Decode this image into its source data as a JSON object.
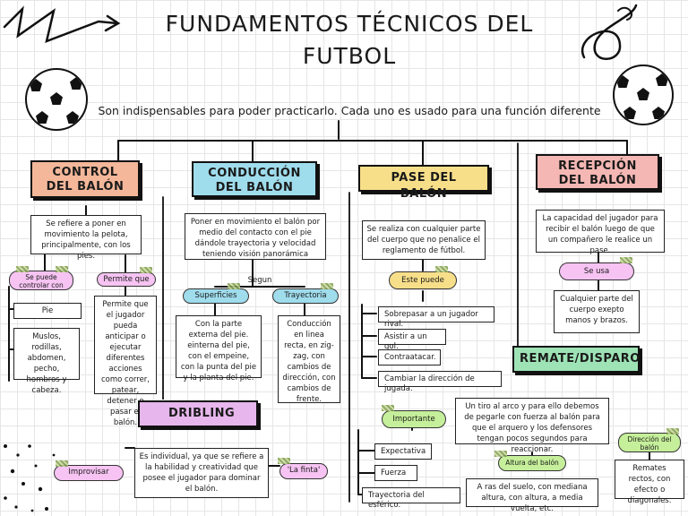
{
  "title": {
    "line1": "FUNDAMENTOS TÉCNICOS DEL",
    "line2": "FUTBOL"
  },
  "subtitle": "Son indispensables para poder practicarlo. Cada uno es usado para una función diferente",
  "colors": {
    "control": "#f4b79a",
    "conduccion": "#9fdcec",
    "pase": "#f7df8a",
    "recepcion": "#f4b7b3",
    "remate": "#9ee3b6",
    "dribling": "#e6b6ec",
    "pill_green": "#c5ef9a",
    "pill_pink": "#f6c3f2"
  },
  "control": {
    "heading": "CONTROL DEL BALÓN",
    "desc": "Se refiere a poner en movimiento la pelota, principalmente, con los pies.",
    "pill1": "Se puede controlar con",
    "pill2": "Permite que",
    "pie": "Pie",
    "parts": "Muslos, rodillas, abdomen, pecho, hombros y cabeza.",
    "permite": "Permite que el jugador pueda anticipar o ejecutar diferentes acciones como correr, patear, detener o pasar el balón."
  },
  "conduccion": {
    "heading": "CONDUCCIÓN DEL BALÓN",
    "desc": "Poner en movimiento el balón por medio del contacto con el pie dándole trayectoria y velocidad teniendo visión panorámica",
    "segun": "Segun",
    "pill1": "Superficies",
    "pill2": "Trayectoria",
    "superficies": "Con la parte externa del pie. einterna del pie, con el empeine, con la punta del pie y la planta del pie.",
    "trayectoria": "Conducción en linea recta, en zig-zag, con cambios de dirección, con cambios de frente."
  },
  "pase": {
    "heading": "PASE DEL BALÓN",
    "desc": "Se realiza con cualquier parte del cuerpo que no penalice el reglamento de fútbol.",
    "pill": "Este puede",
    "items": [
      "Sobrepasar a un jugador rival.",
      "Asistir a un gol.",
      "Contraatacar.",
      "Cambiar la dirección de jugada."
    ]
  },
  "recepcion": {
    "heading": "RECEPCIÓN DEL BALÓN",
    "desc": "La capacidad del jugador para recibir el balón luego de que un compañero le realice un pase.",
    "pill": "Se usa",
    "detail": "Cualquier parte del cuerpo exepto manos y brazos."
  },
  "remate": {
    "heading": "REMATE/DISPARO",
    "desc": "Un tiro al arco y para ello debemos de pegarle con fuerza al balón para que el arquero y los defensores tengan pocos segundos para reaccionar.",
    "pill_importante": "Importante",
    "importante": [
      "Expectativa",
      "Fuerza",
      "Trayectoria del esférico."
    ],
    "pill_altura": "Altura del balón",
    "altura": "A ras del suelo, con mediana altura, con altura, a media vuelta, etc.",
    "pill_direccion": "Dirección del balón",
    "direccion": "Remates rectos, con efecto o diagonales."
  },
  "dribling": {
    "heading": "DRIBLING",
    "desc": "Es individual, ya que se refiere a la habilidad y creatividad que posee el jugador para dominar el balón.",
    "pill_improvisar": "Improvisar",
    "pill_finta": "'La finta'"
  }
}
